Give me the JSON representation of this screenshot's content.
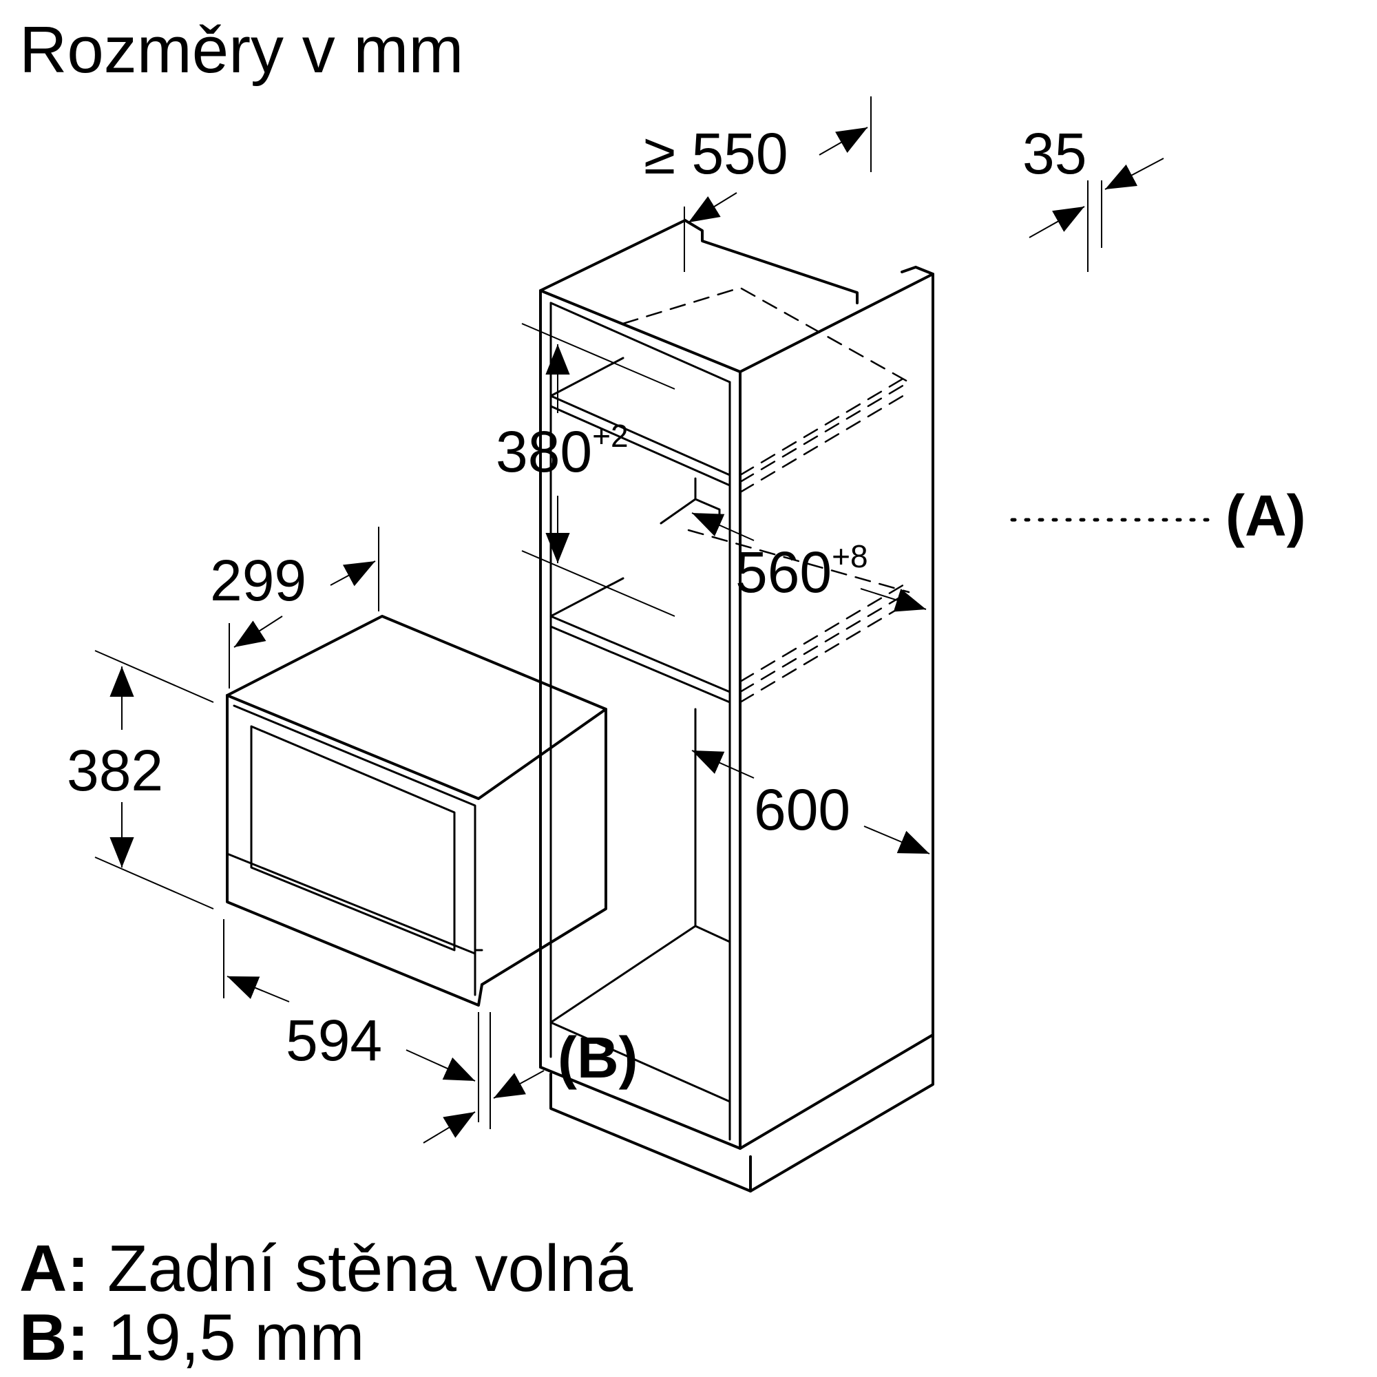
{
  "title": "Rozměry v mm",
  "dimensions": {
    "min_depth": "≥ 550",
    "top_rail": "35",
    "niche_height": "380",
    "niche_height_tolerance": "+2",
    "niche_width": "560",
    "niche_width_tolerance": "+8",
    "cabinet_width": "600",
    "device_depth": "299",
    "device_height": "382",
    "device_width": "594"
  },
  "markers": {
    "a": "(A)",
    "b": "(B)"
  },
  "legend": {
    "a_key": "A:",
    "a_text": "Zadní stěna volná",
    "b_key": "B:",
    "b_text": "19,5 mm"
  }
}
